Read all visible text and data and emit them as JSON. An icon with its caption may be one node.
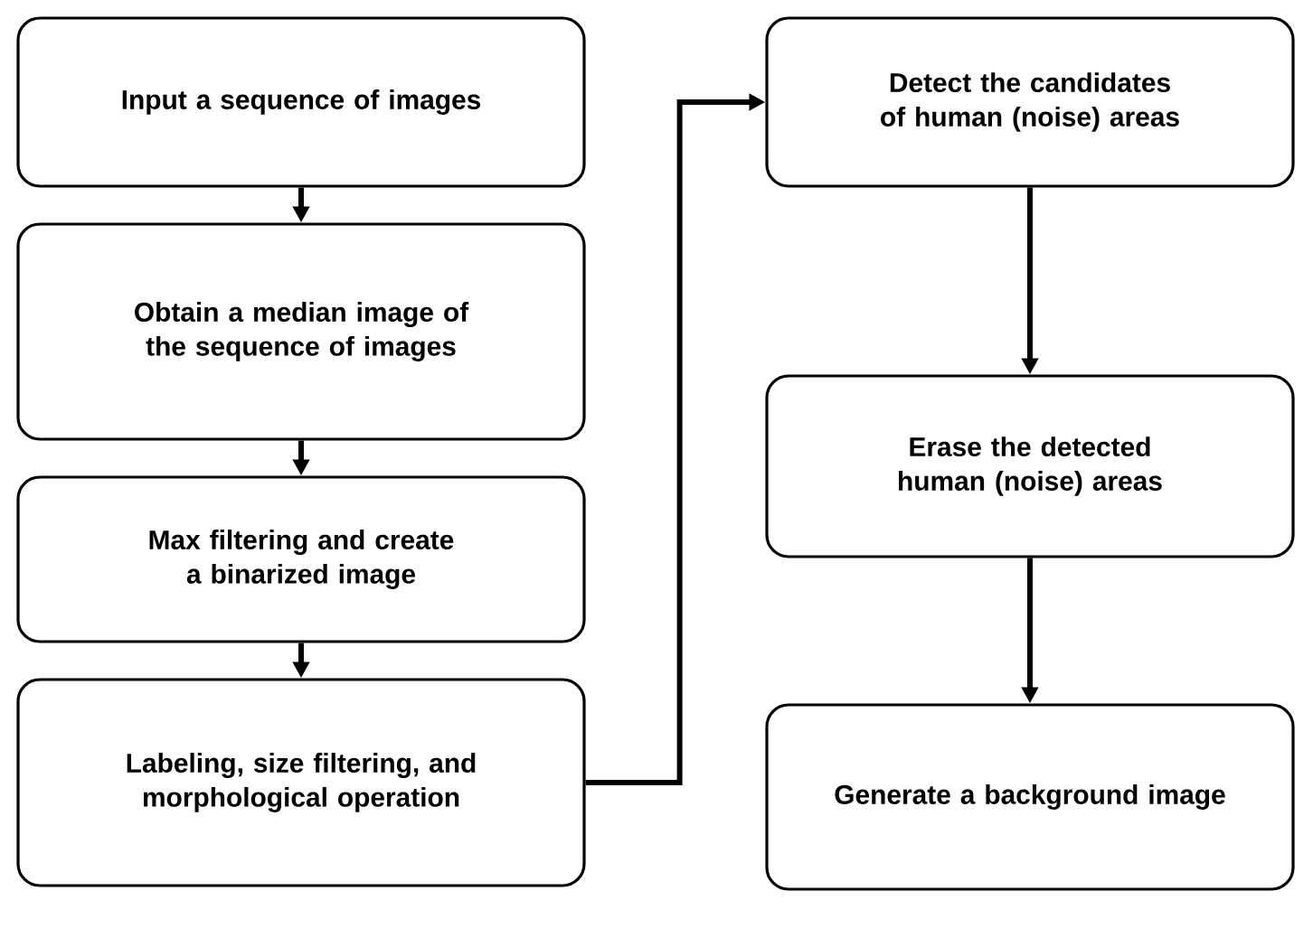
{
  "diagram": {
    "nodes": [
      {
        "text": [
          "Input a sequence of images"
        ]
      },
      {
        "text": [
          "Obtain a median image of the sequence of images"
        ]
      },
      {
        "text": [
          "Max filtering and create a binarized image"
        ]
      },
      {
        "text": [
          "Labeling, size filtering, and morphological operation"
        ]
      },
      {
        "text": [
          "Detect the candidates of human (noise) areas"
        ]
      },
      {
        "text": [
          "Erase the detected human (noise) areas"
        ]
      },
      {
        "text": [
          "Generate a background image"
        ]
      }
    ],
    "edges": [
      {
        "from": 0,
        "to": 1,
        "arrow": "to"
      },
      {
        "from": 1,
        "to": 2,
        "arrow": "to"
      },
      {
        "from": 2,
        "to": 3,
        "arrow": "to"
      },
      {
        "from": 3,
        "to": 4,
        "arrow": "to"
      },
      {
        "from": 4,
        "to": 5,
        "arrow": "to"
      },
      {
        "from": 5,
        "to": 6,
        "arrow": "to"
      }
    ]
  }
}
